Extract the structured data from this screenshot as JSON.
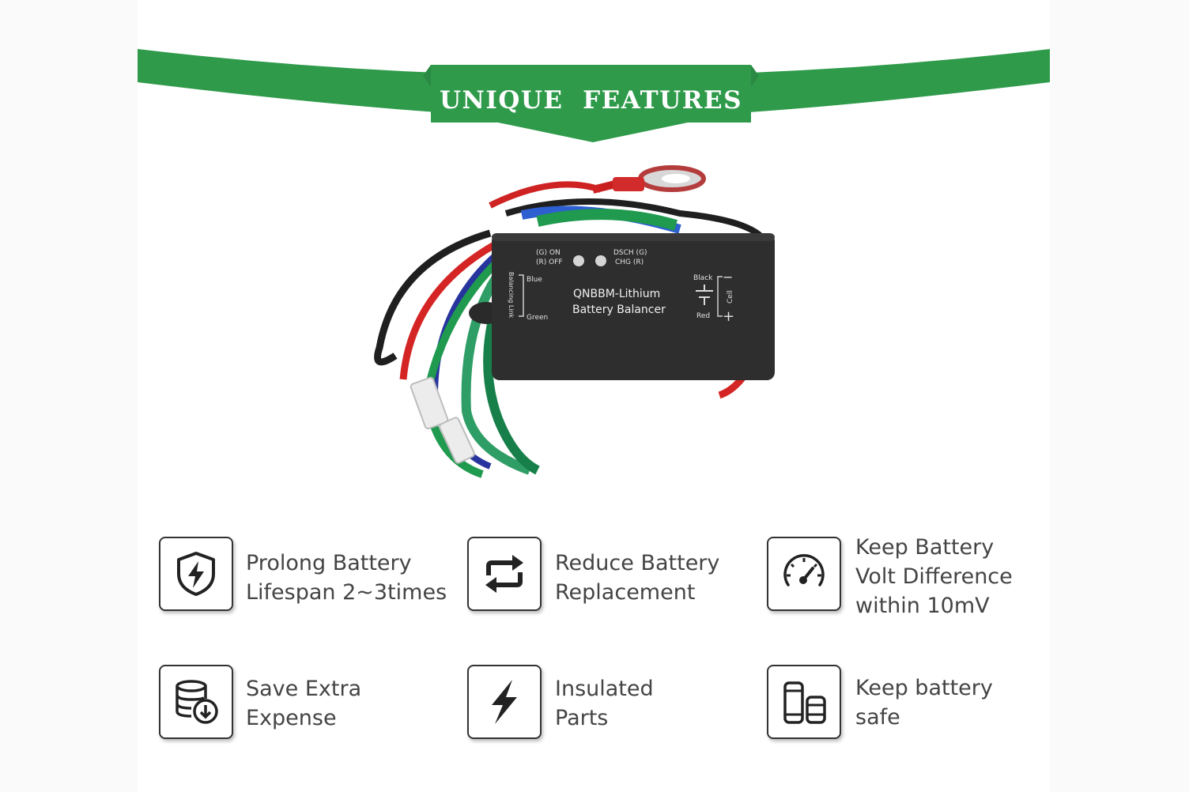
{
  "banner": {
    "title": "UNIQUE  FEATURES",
    "color": "#2e9a4a"
  },
  "product": {
    "name": "QNBBM-Lithium",
    "subtitle": "Battery Balancer",
    "led_left_g": "(G) ON",
    "led_left_r": "(R) OFF",
    "led_right_g": "DSCH (G)",
    "led_right_r": "CHG  (R)",
    "balancing_label": "Balancing Link",
    "blue_label": "Blue",
    "green_label": "Green",
    "black_label": "Black",
    "red_label": "Red",
    "cell_label": "Cell",
    "minus_sign": "−",
    "plus_sign": "+"
  },
  "features": [
    {
      "icon": "shield-bolt-icon",
      "lines": [
        "Prolong Battery",
        "Lifespan 2~3times"
      ]
    },
    {
      "icon": "replace-arrows-icon",
      "lines": [
        "Reduce Battery",
        "Replacement"
      ]
    },
    {
      "icon": "gauge-icon",
      "lines": [
        "Keep Battery",
        "Volt Difference",
        "within 10mV"
      ]
    },
    {
      "icon": "database-download-icon",
      "lines": [
        "Save Extra",
        "Expense"
      ]
    },
    {
      "icon": "lightning-icon",
      "lines": [
        "Insulated",
        "Parts"
      ]
    },
    {
      "icon": "battery-cells-icon",
      "lines": [
        "Keep battery",
        "safe"
      ]
    }
  ]
}
